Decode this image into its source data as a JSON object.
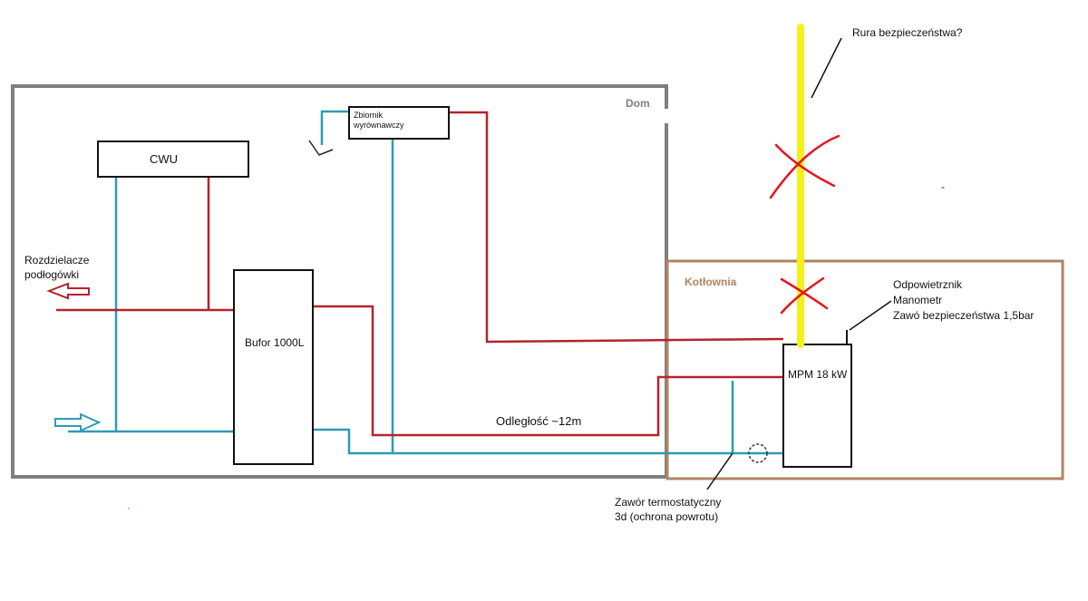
{
  "rooms": {
    "dom": "Dom",
    "kotlownia": "Kotłownia"
  },
  "devices": {
    "cwu": "CWU",
    "bufor": "Bufor 1000L",
    "zbiornik": [
      "Zbiornik",
      "wyrównawczy"
    ],
    "mpm": "MPM 18 kW"
  },
  "notes": {
    "rura": "Rura bezpieczeństwa?",
    "rozdzielacze": [
      "Rozdzielacze",
      "podłogówki"
    ],
    "odleglosc": "Odległość ~12m",
    "boiler_fittings": [
      "Odpowietrznik",
      "Manometr",
      "Zawó bezpieczeństwa 1,5bar"
    ],
    "zawor": [
      "Zawór termostatyczny",
      "3d (ochrona powrotu)"
    ],
    "stray_dash": "-",
    "stray_tick": "`"
  },
  "colors": {
    "supply": "#b5232c",
    "return": "#2f9bb5",
    "dom_wall": "#7f7f7f",
    "kotlownia_wall": "#b08463",
    "safety_pipe": "#f5f01a",
    "cross": "#e8141c"
  }
}
